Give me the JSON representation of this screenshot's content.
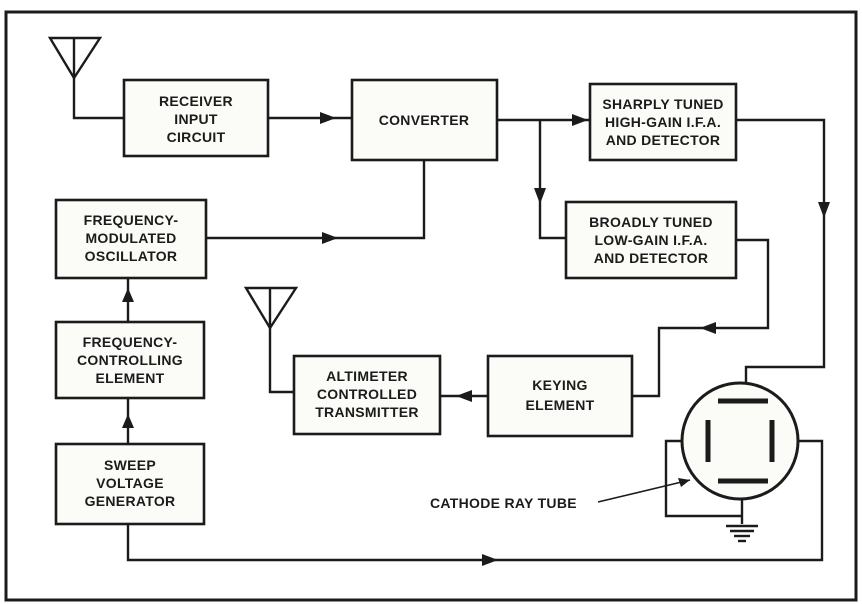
{
  "blocks": {
    "receiver_input_circuit": [
      "RECEIVER",
      "INPUT",
      "CIRCUIT"
    ],
    "converter": [
      "CONVERTER"
    ],
    "sharply_tuned_ifa": [
      "SHARPLY TUNED",
      "HIGH-GAIN I.F.A.",
      "AND DETECTOR"
    ],
    "broadly_tuned_ifa": [
      "BROADLY TUNED",
      "LOW-GAIN I.F.A.",
      "AND DETECTOR"
    ],
    "fm_oscillator": [
      "FREQUENCY-",
      "MODULATED",
      "OSCILLATOR"
    ],
    "frequency_controlling_element": [
      "FREQUENCY-",
      "CONTROLLING",
      "ELEMENT"
    ],
    "sweep_voltage_generator": [
      "SWEEP",
      "VOLTAGE",
      "GENERATOR"
    ],
    "altimeter_transmitter": [
      "ALTIMETER",
      "CONTROLLED",
      "TRANSMITTER"
    ],
    "keying_element": [
      "KEYING",
      "ELEMENT"
    ]
  },
  "labels": {
    "cathode_ray_tube": "CATHODE RAY TUBE"
  }
}
